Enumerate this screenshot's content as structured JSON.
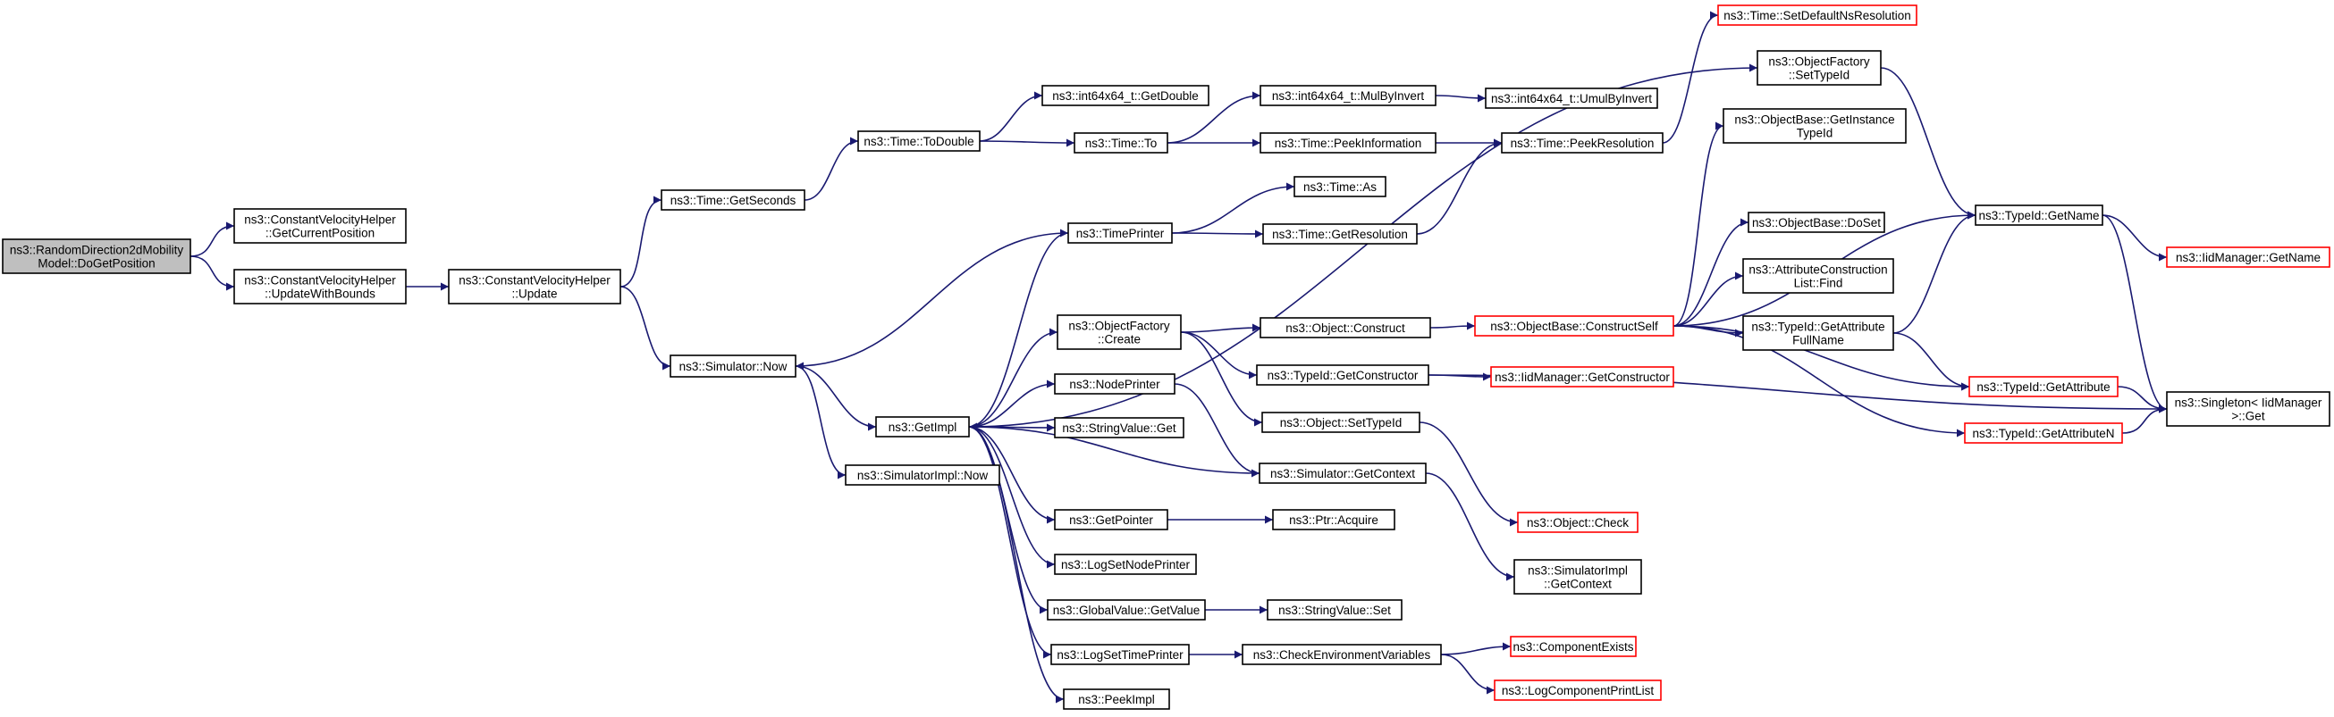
{
  "diagram": {
    "type": "call-graph",
    "edge_color": "#191970",
    "truncated_border_color": "#ff0000",
    "root_fill": "#bfbfbf",
    "nodes": [
      {
        "id": "root",
        "lines": [
          "ns3::RandomDirection2dMobility",
          "Model::DoGetPosition"
        ],
        "root": true
      },
      {
        "id": "cvh_getcurpos",
        "lines": [
          "ns3::ConstantVelocityHelper",
          "::GetCurrentPosition"
        ]
      },
      {
        "id": "cvh_updatebounds",
        "lines": [
          "ns3::ConstantVelocityHelper",
          "::UpdateWithBounds"
        ]
      },
      {
        "id": "cvh_update",
        "lines": [
          "ns3::ConstantVelocityHelper",
          "::Update"
        ]
      },
      {
        "id": "time_getseconds",
        "lines": [
          "ns3::Time::GetSeconds"
        ]
      },
      {
        "id": "sim_now",
        "lines": [
          "ns3::Simulator::Now"
        ]
      },
      {
        "id": "time_todouble",
        "lines": [
          "ns3::Time::ToDouble"
        ]
      },
      {
        "id": "int_getdouble",
        "lines": [
          "ns3::int64x64_t::GetDouble"
        ]
      },
      {
        "id": "time_to",
        "lines": [
          "ns3::Time::To"
        ]
      },
      {
        "id": "int_mulbyinvert",
        "lines": [
          "ns3::int64x64_t::MulByInvert"
        ]
      },
      {
        "id": "int_umulbyinvert",
        "lines": [
          "ns3::int64x64_t::UmulByInvert"
        ]
      },
      {
        "id": "time_peekinfo",
        "lines": [
          "ns3::Time::PeekInformation"
        ]
      },
      {
        "id": "time_peekres",
        "lines": [
          "ns3::Time::PeekResolution"
        ]
      },
      {
        "id": "time_setdefault",
        "lines": [
          "ns3::Time::SetDefaultNsResolution"
        ],
        "truncated": true
      },
      {
        "id": "timeprinter",
        "lines": [
          "ns3::TimePrinter"
        ]
      },
      {
        "id": "time_as",
        "lines": [
          "ns3::Time::As"
        ]
      },
      {
        "id": "time_getres",
        "lines": [
          "ns3::Time::GetResolution"
        ]
      },
      {
        "id": "getimpl",
        "lines": [
          "ns3::GetImpl"
        ]
      },
      {
        "id": "simimpl_now",
        "lines": [
          "ns3::SimulatorImpl::Now"
        ]
      },
      {
        "id": "objfactory_create",
        "lines": [
          "ns3::ObjectFactory",
          "::Create"
        ]
      },
      {
        "id": "nodeprinter",
        "lines": [
          "ns3::NodePrinter"
        ]
      },
      {
        "id": "stringvalue_get",
        "lines": [
          "ns3::StringValue::Get"
        ]
      },
      {
        "id": "getpointer",
        "lines": [
          "ns3::GetPointer"
        ]
      },
      {
        "id": "logsetnodeprinter",
        "lines": [
          "ns3::LogSetNodePrinter"
        ]
      },
      {
        "id": "globalvalue_getvalue",
        "lines": [
          "ns3::GlobalValue::GetValue"
        ]
      },
      {
        "id": "logsettimeprinter",
        "lines": [
          "ns3::LogSetTimePrinter"
        ]
      },
      {
        "id": "peekimpl",
        "lines": [
          "ns3::PeekImpl"
        ]
      },
      {
        "id": "object_construct",
        "lines": [
          "ns3::Object::Construct"
        ]
      },
      {
        "id": "typeid_getconstructor",
        "lines": [
          "ns3::TypeId::GetConstructor"
        ]
      },
      {
        "id": "object_settypeid",
        "lines": [
          "ns3::Object::SetTypeId"
        ]
      },
      {
        "id": "sim_getcontext",
        "lines": [
          "ns3::Simulator::GetContext"
        ]
      },
      {
        "id": "ptr_acquire",
        "lines": [
          "ns3::Ptr::Acquire"
        ]
      },
      {
        "id": "stringvalue_set",
        "lines": [
          "ns3::StringValue::Set"
        ]
      },
      {
        "id": "checkenv",
        "lines": [
          "ns3::CheckEnvironmentVariables"
        ]
      },
      {
        "id": "objfactory_settypeid",
        "lines": [
          "ns3::ObjectFactory",
          "::SetTypeId"
        ]
      },
      {
        "id": "objbase_constructself",
        "lines": [
          "ns3::ObjectBase::ConstructSelf"
        ],
        "truncated": true
      },
      {
        "id": "iidmanager_getconstructor",
        "lines": [
          "ns3::IidManager::GetConstructor"
        ],
        "truncated": true
      },
      {
        "id": "object_check",
        "lines": [
          "ns3::Object::Check"
        ],
        "truncated": true
      },
      {
        "id": "simimpl_getcontext",
        "lines": [
          "ns3::SimulatorImpl",
          "::GetContext"
        ]
      },
      {
        "id": "componentexists",
        "lines": [
          "ns3::ComponentExists"
        ],
        "truncated": true
      },
      {
        "id": "logcomponentprintlist",
        "lines": [
          "ns3::LogComponentPrintList"
        ],
        "truncated": true
      },
      {
        "id": "objbase_getinstancetypeid",
        "lines": [
          "ns3::ObjectBase::GetInstance",
          "TypeId"
        ]
      },
      {
        "id": "objbase_doset",
        "lines": [
          "ns3::ObjectBase::DoSet"
        ]
      },
      {
        "id": "attrconstruction_find",
        "lines": [
          "ns3::AttributeConstruction",
          "List::Find"
        ]
      },
      {
        "id": "typeid_getattributefullname",
        "lines": [
          "ns3::TypeId::GetAttribute",
          "FullName"
        ]
      },
      {
        "id": "typeid_getname",
        "lines": [
          "ns3::TypeId::GetName"
        ]
      },
      {
        "id": "iidmanager_getname",
        "lines": [
          "ns3::IidManager::GetName"
        ],
        "truncated": true
      },
      {
        "id": "typeid_getattribute",
        "lines": [
          "ns3::TypeId::GetAttribute"
        ],
        "truncated": true
      },
      {
        "id": "typeid_getattributen",
        "lines": [
          "ns3::TypeId::GetAttributeN"
        ],
        "truncated": true
      },
      {
        "id": "singleton_get",
        "lines": [
          "ns3::Singleton< IidManager",
          ">::Get"
        ]
      }
    ],
    "edges": [
      [
        "root",
        "cvh_getcurpos"
      ],
      [
        "root",
        "cvh_updatebounds"
      ],
      [
        "cvh_updatebounds",
        "cvh_update"
      ],
      [
        "cvh_update",
        "time_getseconds"
      ],
      [
        "cvh_update",
        "sim_now"
      ],
      [
        "time_getseconds",
        "time_todouble"
      ],
      [
        "time_todouble",
        "int_getdouble"
      ],
      [
        "time_todouble",
        "time_to"
      ],
      [
        "time_to",
        "int_mulbyinvert"
      ],
      [
        "time_to",
        "time_peekinfo"
      ],
      [
        "int_mulbyinvert",
        "int_umulbyinvert"
      ],
      [
        "time_peekinfo",
        "time_peekres"
      ],
      [
        "time_peekres",
        "time_setdefault"
      ],
      [
        "sim_now",
        "getimpl"
      ],
      [
        "sim_now",
        "simimpl_now"
      ],
      [
        "timeprinter",
        "sim_now"
      ],
      [
        "timeprinter",
        "time_as"
      ],
      [
        "timeprinter",
        "time_getres"
      ],
      [
        "time_getres",
        "time_peekres"
      ],
      [
        "getimpl",
        "timeprinter"
      ],
      [
        "getimpl",
        "objfactory_settypeid"
      ],
      [
        "getimpl",
        "objfactory_create"
      ],
      [
        "getimpl",
        "nodeprinter"
      ],
      [
        "getimpl",
        "stringvalue_get"
      ],
      [
        "getimpl",
        "getpointer"
      ],
      [
        "getimpl",
        "logsetnodeprinter"
      ],
      [
        "getimpl",
        "globalvalue_getvalue"
      ],
      [
        "getimpl",
        "logsettimeprinter"
      ],
      [
        "getimpl",
        "peekimpl"
      ],
      [
        "sim_getcontext",
        "getimpl"
      ],
      [
        "objfactory_create",
        "object_construct"
      ],
      [
        "objfactory_create",
        "typeid_getconstructor"
      ],
      [
        "objfactory_create",
        "object_settypeid"
      ],
      [
        "nodeprinter",
        "sim_getcontext"
      ],
      [
        "getpointer",
        "ptr_acquire"
      ],
      [
        "globalvalue_getvalue",
        "stringvalue_set"
      ],
      [
        "logsettimeprinter",
        "checkenv"
      ],
      [
        "object_construct",
        "objbase_constructself"
      ],
      [
        "typeid_getconstructor",
        "iidmanager_getconstructor"
      ],
      [
        "typeid_getconstructor",
        "singleton_get"
      ],
      [
        "object_settypeid",
        "object_check"
      ],
      [
        "sim_getcontext",
        "simimpl_getcontext"
      ],
      [
        "checkenv",
        "componentexists"
      ],
      [
        "checkenv",
        "logcomponentprintlist"
      ],
      [
        "objbase_constructself",
        "objbase_getinstancetypeid"
      ],
      [
        "objbase_constructself",
        "objbase_doset"
      ],
      [
        "objbase_constructself",
        "attrconstruction_find"
      ],
      [
        "objbase_constructself",
        "typeid_getattributefullname"
      ],
      [
        "objbase_constructself",
        "typeid_getname"
      ],
      [
        "objbase_constructself",
        "typeid_getattribute"
      ],
      [
        "objbase_constructself",
        "typeid_getattributen"
      ],
      [
        "objfactory_settypeid",
        "typeid_getname"
      ],
      [
        "typeid_getattributefullname",
        "typeid_getname"
      ],
      [
        "typeid_getattributefullname",
        "typeid_getattribute"
      ],
      [
        "typeid_getname",
        "iidmanager_getname"
      ],
      [
        "typeid_getname",
        "singleton_get"
      ],
      [
        "typeid_getattribute",
        "singleton_get"
      ],
      [
        "typeid_getattributen",
        "singleton_get"
      ]
    ]
  }
}
